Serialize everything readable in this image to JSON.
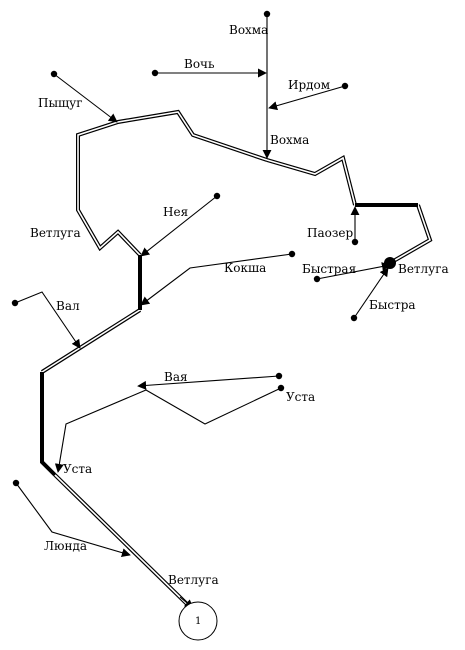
{
  "labels": {
    "vokhma_top": "Вохма",
    "voch": "Вочь",
    "irdom": "Ирдом",
    "vokhma_mid": "Вохма",
    "pyshchug": "Пыщуг",
    "neya": "Нея",
    "vetluga_upper": "Ветлуга",
    "paozer": "Паозер",
    "bystraya": "Быстрая",
    "vetluga_right": "Ветлуга",
    "koksha": "Кокша",
    "bystra": "Быстра",
    "val": "Вал",
    "vaya": "Вая",
    "usta_right": "Уста",
    "usta_left": "Уста",
    "lyunda": "Люнда",
    "vetluga_lower": "Ветлуга",
    "outlet_number": "1"
  }
}
